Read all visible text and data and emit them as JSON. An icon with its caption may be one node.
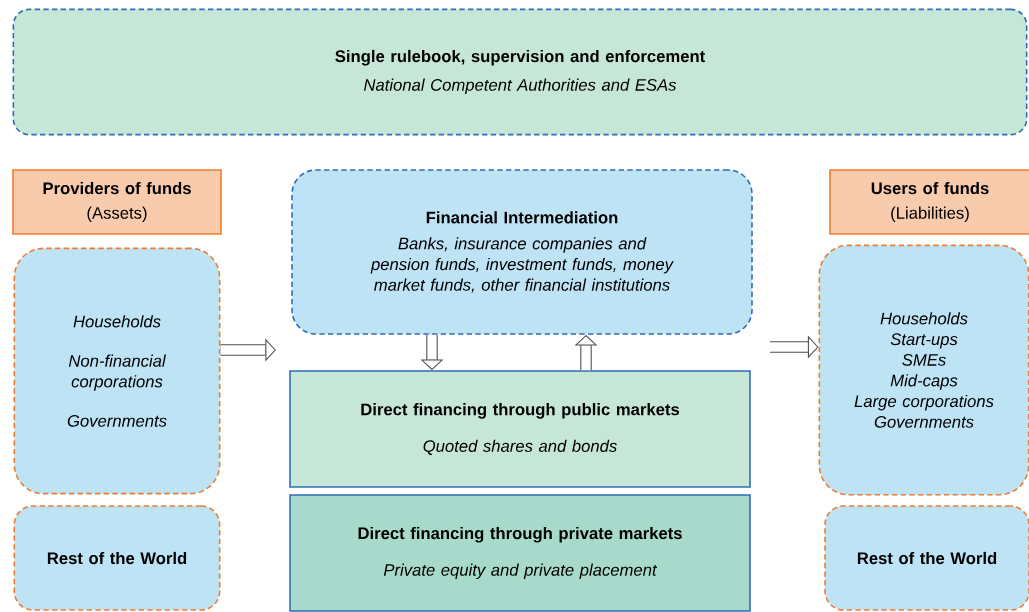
{
  "diagram": {
    "nodes": [
      {
        "text": [
          "Single rulebook, supervision and enforcement",
          "National Competent Authorities and ESAs"
        ]
      },
      {
        "text": [
          "Providers of funds",
          "(Assets)"
        ]
      },
      {
        "text": [
          "Households",
          "Non-financial corporations",
          "Governments"
        ]
      },
      {
        "text": [
          "Rest of the World"
        ]
      },
      {
        "text": [
          "Financial Intermediation",
          "Banks, insurance companies and pension funds, investment funds, money market funds, other financial institutions"
        ]
      },
      {
        "text": [
          "Direct financing through public markets",
          "Quoted shares and bonds"
        ]
      },
      {
        "text": [
          "Direct financing through private markets",
          "Private equity and private placement"
        ]
      },
      {
        "text": [
          "Users of funds",
          "(Liabilities)"
        ]
      },
      {
        "text": [
          "Households",
          "Start-ups",
          "SMEs",
          "Mid-caps",
          "Large corporations",
          "Governments"
        ]
      },
      {
        "text": [
          "Rest of the World"
        ]
      }
    ],
    "edges": [
      {
        "from": 2,
        "to": null,
        "arrow": "to"
      },
      {
        "from": 4,
        "to": 5,
        "arrow": "to"
      },
      {
        "from": 5,
        "to": 4,
        "arrow": "to"
      },
      {
        "from": null,
        "to": 8,
        "arrow": "to"
      }
    ]
  }
}
